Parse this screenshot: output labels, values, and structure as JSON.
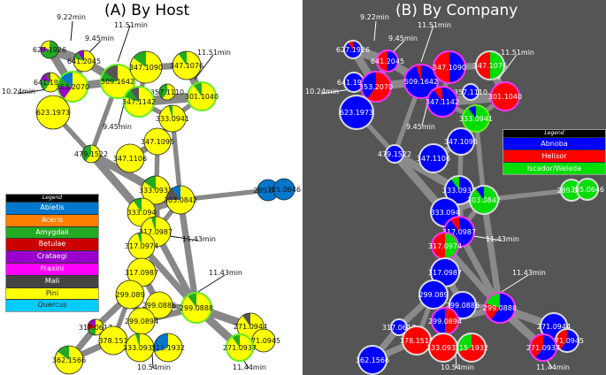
{
  "panels": [
    {
      "id": "a",
      "title": "(A) By Host",
      "nodes": [
        {
          "label": "627.1926",
          "colors": [
            [
              "#22aa22",
              0.7
            ],
            [
              "#9900cc",
              0.1
            ],
            [
              "#ffff00",
              0.2
            ]
          ]
        },
        {
          "label": "641.2045",
          "colors": [
            [
              "#ffff00",
              0.8
            ],
            [
              "#22aa22",
              0.1
            ],
            [
              "#9900cc",
              0.1
            ]
          ]
        },
        {
          "label": "641.1936",
          "colors": [
            [
              "#ffff00",
              0.6
            ],
            [
              "#22aa22",
              0.2
            ],
            [
              "#9900cc",
              0.1
            ],
            [
              "#555555",
              0.1
            ]
          ]
        },
        {
          "label": "353.2070",
          "colors": [
            [
              "#ffff00",
              0.6
            ],
            [
              "#9900cc",
              0.15
            ],
            [
              "#22aa22",
              0.1
            ],
            [
              "#0077cc",
              0.15
            ]
          ]
        },
        {
          "label": "509.1642",
          "colors": [
            [
              "#ffff00",
              0.75
            ],
            [
              "#22aa22",
              0.1
            ],
            [
              "#555555",
              0.15
            ]
          ]
        },
        {
          "label": "347.1090",
          "colors": [
            [
              "#ffff00",
              0.85
            ],
            [
              "#22aa22",
              0.15
            ]
          ]
        },
        {
          "label": "347.1076",
          "colors": [
            [
              "#ffff00",
              0.9
            ],
            [
              "#22aa22",
              0.1
            ]
          ]
        },
        {
          "label": "357.1110",
          "colors": [
            [
              "#ffff00",
              0.6
            ],
            [
              "#22aa22",
              0.4
            ]
          ]
        },
        {
          "label": "347.1142",
          "colors": [
            [
              "#ffff00",
              0.8
            ],
            [
              "#22aa22",
              0.1
            ],
            [
              "#555555",
              0.1
            ]
          ]
        },
        {
          "label": "301.1040",
          "colors": [
            [
              "#ffff00",
              0.9
            ],
            [
              "#22aa22",
              0.1
            ]
          ]
        },
        {
          "label": "623.1973",
          "colors": [
            [
              "#ffff00",
              1.0
            ]
          ]
        },
        {
          "label": "333.0941",
          "colors": [
            [
              "#ffff00",
              0.95
            ],
            [
              "#22aa22",
              0.05
            ]
          ]
        },
        {
          "label": "347.1095",
          "colors": [
            [
              "#ffff00",
              1.0
            ]
          ]
        },
        {
          "label": "347.1106",
          "colors": [
            [
              "#ffff00",
              1.0
            ]
          ]
        },
        {
          "label": "479.1522",
          "colors": [
            [
              "#ffff00",
              0.6
            ],
            [
              "#22aa22",
              0.4
            ]
          ]
        },
        {
          "label": "333.0933",
          "colors": [
            [
              "#ffff00",
              0.85
            ],
            [
              "#22aa22",
              0.15
            ]
          ]
        },
        {
          "label": "333.094",
          "colors": [
            [
              "#ffff00",
              0.9
            ],
            [
              "#22aa22",
              0.1
            ]
          ]
        },
        {
          "label": "303.0842",
          "colors": [
            [
              "#ffff00",
              0.75
            ],
            [
              "#555555",
              0.15
            ],
            [
              "#0077cc",
              0.1
            ]
          ]
        },
        {
          "label": "289.063",
          "colors": [
            [
              "#0077cc",
              1.0
            ]
          ]
        },
        {
          "label": "305.0646",
          "colors": [
            [
              "#0077cc",
              1.0
            ]
          ]
        },
        {
          "label": "317.0987",
          "colors": [
            [
              "#ffff00",
              0.95
            ],
            [
              "#22aa22",
              0.05
            ]
          ]
        },
        {
          "label": "317.0974",
          "colors": [
            [
              "#ffff00",
              0.95
            ],
            [
              "#22aa22",
              0.05
            ]
          ]
        },
        {
          "label": "317.0987",
          "colors": [
            [
              "#ffff00",
              1.0
            ]
          ]
        },
        {
          "label": "299.089",
          "colors": [
            [
              "#ffff00",
              1.0
            ]
          ]
        },
        {
          "label": "299.0888",
          "colors": [
            [
              "#ffff00",
              0.9
            ],
            [
              "#22aa22",
              0.1
            ]
          ]
        },
        {
          "label": "299.0886",
          "colors": [
            [
              "#ffff00",
              1.0
            ]
          ]
        },
        {
          "label": "299.0894",
          "colors": [
            [
              "#ffff00",
              1.0
            ]
          ]
        },
        {
          "label": "317.0617",
          "colors": [
            [
              "#ffff00",
              0.5
            ],
            [
              "#22aa22",
              0.2
            ],
            [
              "#cc0000",
              0.15
            ],
            [
              "#9900cc",
              0.15
            ]
          ]
        },
        {
          "label": "378.151",
          "colors": [
            [
              "#ffff00",
              1.0
            ]
          ]
        },
        {
          "label": "333.0939",
          "colors": [
            [
              "#ffff00",
              0.95
            ],
            [
              "#22aa22",
              0.05
            ]
          ]
        },
        {
          "label": "315.1932",
          "colors": [
            [
              "#ffff00",
              0.7
            ],
            [
              "#0077cc",
              0.3
            ]
          ]
        },
        {
          "label": "362.1566",
          "colors": [
            [
              "#ffff00",
              0.85
            ],
            [
              "#22aa22",
              0.15
            ]
          ]
        },
        {
          "label": "271.0944",
          "colors": [
            [
              "#ffff00",
              0.9
            ],
            [
              "#555555",
              0.1
            ]
          ]
        },
        {
          "label": "271.0945",
          "colors": [
            [
              "#ffff00",
              1.0
            ]
          ]
        },
        {
          "label": "271.0937",
          "colors": [
            [
              "#ffff00",
              0.9
            ],
            [
              "#22aa22",
              0.1
            ]
          ]
        }
      ],
      "annotations": [
        "9.22min",
        "9.45min",
        "11.51min",
        "11.51min",
        "10.24min",
        "9.45min",
        "11.43min",
        "11.43min",
        "10.54min",
        "11.44min"
      ]
    },
    {
      "id": "b",
      "title": "(B) By Company",
      "nodes": [
        {
          "label": "627.1926",
          "colors": [
            [
              "#0000ff",
              0.9
            ],
            [
              "#ff0000",
              0.1
            ]
          ]
        },
        {
          "label": "641.2045",
          "colors": [
            [
              "#0000ff",
              0.5
            ],
            [
              "#ff0000",
              0.5
            ]
          ]
        },
        {
          "label": "641.1936",
          "colors": [
            [
              "#0000ff",
              1.0
            ]
          ]
        },
        {
          "label": "353.2070",
          "colors": [
            [
              "#ff0000",
              0.6
            ],
            [
              "#0000ff",
              0.4
            ]
          ]
        },
        {
          "label": "509.1642",
          "colors": [
            [
              "#0000ff",
              0.95
            ],
            [
              "#ff0000",
              0.05
            ]
          ]
        },
        {
          "label": "347.1090",
          "colors": [
            [
              "#0000ff",
              0.5
            ],
            [
              "#ff0000",
              0.5
            ]
          ]
        },
        {
          "label": "347.1076",
          "colors": [
            [
              "#00dd00",
              0.5
            ],
            [
              "#ff0000",
              0.5
            ]
          ]
        },
        {
          "label": "357.1110",
          "colors": [
            [
              "#0000ff",
              1.0
            ]
          ]
        },
        {
          "label": "347.1142",
          "colors": [
            [
              "#0000ff",
              0.9
            ],
            [
              "#ff0000",
              0.1
            ]
          ]
        },
        {
          "label": "301.1040",
          "colors": [
            [
              "#ff0000",
              1.0
            ]
          ]
        },
        {
          "label": "623.1973",
          "colors": [
            [
              "#0000ff",
              1.0
            ]
          ]
        },
        {
          "label": "333.0941",
          "colors": [
            [
              "#00dd00",
              0.9
            ],
            [
              "#0000ff",
              0.1
            ]
          ]
        },
        {
          "label": "347.1095",
          "colors": [
            [
              "#0000ff",
              1.0
            ]
          ]
        },
        {
          "label": "347.1106",
          "colors": [
            [
              "#0000ff",
              1.0
            ]
          ]
        },
        {
          "label": "479.1522",
          "colors": [
            [
              "#0000ff",
              1.0
            ]
          ]
        },
        {
          "label": "333.0933",
          "colors": [
            [
              "#0000ff",
              0.9
            ],
            [
              "#00dd00",
              0.1
            ]
          ]
        },
        {
          "label": "333.094",
          "colors": [
            [
              "#0000ff",
              1.0
            ]
          ]
        },
        {
          "label": "303.0842",
          "colors": [
            [
              "#00dd00",
              0.9
            ],
            [
              "#0000ff",
              0.1
            ]
          ]
        },
        {
          "label": "289.063",
          "colors": [
            [
              "#00dd00",
              1.0
            ]
          ]
        },
        {
          "label": "305.0646",
          "colors": [
            [
              "#00dd00",
              1.0
            ]
          ]
        },
        {
          "label": "317.0987",
          "colors": [
            [
              "#0000ff",
              0.9
            ],
            [
              "#ff0000",
              0.1
            ]
          ]
        },
        {
          "label": "317.0974",
          "colors": [
            [
              "#00dd00",
              0.5
            ],
            [
              "#ff0000",
              0.5
            ]
          ]
        },
        {
          "label": "317.0987",
          "colors": [
            [
              "#0000ff",
              1.0
            ]
          ]
        },
        {
          "label": "299.089",
          "colors": [
            [
              "#0000ff",
              1.0
            ]
          ]
        },
        {
          "label": "299.0888",
          "colors": [
            [
              "#0000ff",
              0.6
            ],
            [
              "#ff0000",
              0.2
            ],
            [
              "#00dd00",
              0.2
            ]
          ]
        },
        {
          "label": "299.0886",
          "colors": [
            [
              "#0000ff",
              1.0
            ]
          ]
        },
        {
          "label": "299.0894",
          "colors": [
            [
              "#ff0000",
              0.5
            ],
            [
              "#0000ff",
              0.5
            ]
          ]
        },
        {
          "label": "317.0617",
          "colors": [
            [
              "#0000ff",
              1.0
            ]
          ]
        },
        {
          "label": "378.1516",
          "colors": [
            [
              "#ff0000",
              1.0
            ]
          ]
        },
        {
          "label": "333.0939",
          "colors": [
            [
              "#ff0000",
              1.0
            ]
          ]
        },
        {
          "label": "315.1932",
          "colors": [
            [
              "#ff0000",
              0.7
            ],
            [
              "#00dd00",
              0.3
            ]
          ]
        },
        {
          "label": "362.1566",
          "colors": [
            [
              "#0000ff",
              1.0
            ]
          ]
        },
        {
          "label": "271.0944",
          "colors": [
            [
              "#0000ff",
              1.0
            ]
          ]
        },
        {
          "label": "271.0945",
          "colors": [
            [
              "#0000ff",
              0.6
            ],
            [
              "#ff0000",
              0.4
            ]
          ]
        },
        {
          "label": "271.0937",
          "colors": [
            [
              "#0000ff",
              0.6
            ],
            [
              "#ff0000",
              0.4
            ]
          ]
        }
      ],
      "annotations": [
        "9.22min",
        "9.45min",
        "11.51min",
        "11.51min",
        "10.24min",
        "9.45min",
        "11.43min",
        "11.43min",
        "10.54min",
        "11.44min"
      ]
    }
  ],
  "legend_a": {
    "title": "Legend",
    "items": [
      {
        "label": "Abietis",
        "color": "#0077cc"
      },
      {
        "label": "Aceris",
        "color": "#ff8000"
      },
      {
        "label": "Amygdali",
        "color": "#22aa22"
      },
      {
        "label": "Betulae",
        "color": "#cc0000"
      },
      {
        "label": "Crataegi",
        "color": "#9900cc"
      },
      {
        "label": "Fraxini",
        "color": "#ff00ff"
      },
      {
        "label": "Mali",
        "color": "#444444"
      },
      {
        "label": "Pini",
        "color": "#ffff00"
      },
      {
        "label": "Quercus",
        "color": "#00ccff"
      }
    ]
  },
  "legend_b": {
    "title": "Legend",
    "items": [
      {
        "label": "Abnoba",
        "color": "#0000ff"
      },
      {
        "label": "Helixor",
        "color": "#ff0000"
      },
      {
        "label": "Iscador/Weleda",
        "color": "#00dd00"
      }
    ]
  }
}
